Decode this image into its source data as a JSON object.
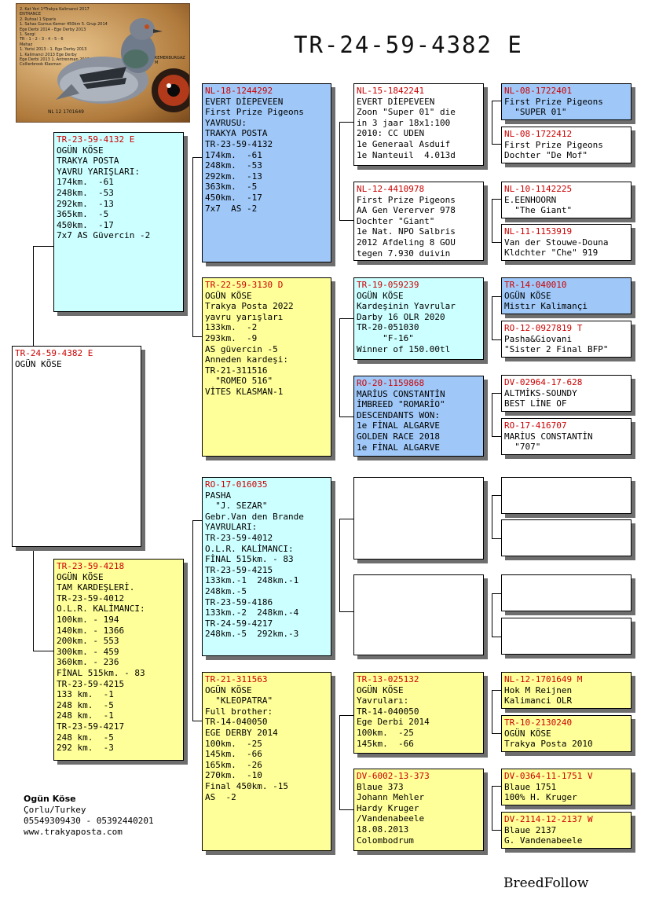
{
  "title": "TR-24-59-4382 E",
  "photo": {
    "lines": [
      "2. Kat Yeri 1*Trakya Kalimanci 2017",
      "ENTRANCE",
      "2. Ruhsal 1 Siparis",
      "1. Sahas Gumus Kemer 450km 5. Grup 2014",
      "Ege Derbi 2014 - Ege Derby 2013",
      "1. Sezgi",
      "TR - 1 - 2 - 3 - 4 - 5 - 6",
      "Mehaz",
      "1. Yarisi 2013 - 1. Ege Derby 2013",
      "1. Kalimanci 2013 Ege Derby",
      "Ege Derbi 2013 1. Antrenman 2013",
      "Collierbrook Klasman"
    ],
    "label": "NL 12 1701649",
    "label2": "KEMERBURGAZ M"
  },
  "subject": {
    "ring": "TR-24-59-4382 E",
    "lines": [
      "OGÜN KÖSE"
    ]
  },
  "sire": {
    "ring": "TR-23-59-4132 E",
    "lines": [
      "OGÜN KÖSE",
      "TRAKYA POSTA",
      "YAVRU YARIŞLARI:",
      "174km.  -61",
      "248km.  -53",
      "292km.  -13",
      "365km.  -5",
      "450km.  -17",
      "7x7 AS Güvercin -2"
    ]
  },
  "dam": {
    "ring": "TR-23-59-4218",
    "lines": [
      "OGÜN KÖSE",
      "TAM KARDEŞLERİ.",
      "TR-23-59-4012",
      "O.L.R. KALİMANCI:",
      "100km. - 194",
      "140km. - 1366",
      "200km. - 553",
      "300km. - 459",
      "360km. - 236",
      "FİNAL 515km. - 83",
      "TR-23-59-4215",
      "133 km.  -1",
      "248 km.  -5",
      "248 km.  -1",
      "TR-23-59-4217",
      "248 km.  -5",
      "292 km.  -3"
    ]
  },
  "ss": {
    "ring": "NL-18-1244292",
    "lines": [
      "EVERT DİEPEVEEN",
      "First Prize Pigeons",
      "YAVRUSU:",
      "TRAKYA POSTA",
      "TR-23-59-4132",
      "174km.  -61",
      "248km.  -53",
      "292km.  -13",
      "363km.  -5",
      "450km.  -17",
      "7x7  AS -2"
    ]
  },
  "sd": {
    "ring": "TR-22-59-3130 D",
    "lines": [
      "OGÜN KÖSE",
      "Trakya Posta 2022",
      "yavru yarışları",
      "133km.  -2",
      "293km.  -9",
      "AS güvercin -5",
      "Anneden kardeşi:",
      "TR-21-311516",
      "  \"ROMEO 516\"",
      "VİTES KLASMAN-1"
    ]
  },
  "ds": {
    "ring": "RO-17-016035",
    "lines": [
      "PASHA",
      "  \"J. SEZAR\"",
      "Gebr.Van den Brande",
      "YAVRULARI:",
      "TR-23-59-4012",
      "O.L.R. KALİMANCI:",
      "FİNAL 515km. - 83",
      "TR-23-59-4215",
      "133km.-1  248km.-1",
      "248km.-5",
      "TR-23-59-4186",
      "133km.-2  248km.-4",
      "TR-24-59-4217",
      "248km.-5  292km.-3"
    ]
  },
  "dd": {
    "ring": "TR-21-311563",
    "lines": [
      "OGÜN KÖSE",
      "  \"KLEOPATRA\"",
      "Full brother:",
      "TR-14-040050",
      "EGE DERBY 2014",
      "100km.  -25",
      "145km.  -66",
      "165km.  -26",
      "270km.  -10",
      "Final 450km. -15",
      "AS  -2"
    ]
  },
  "sss": {
    "ring": "NL-15-1842241",
    "lines": [
      "EVERT DİEPEVEEN",
      "Zoon \"Super 01\" die",
      "in 3 jaar 18x1:100",
      "2010: CC UDEN",
      "1e Generaal Asduif",
      "1e Nanteuil  4.013d"
    ]
  },
  "ssd": {
    "ring": "NL-12-4410978",
    "lines": [
      "First Prize Pigeons",
      "AA Gen Vererver 978",
      "Dochter \"Giant\"",
      "1e Nat. NPO Salbris",
      "2012 Afdeling 8 GOU",
      "tegen 7.930 duivin"
    ]
  },
  "sds": {
    "ring": "TR-19-059239",
    "lines": [
      "OGÜN KÖSE",
      "Kardeşinin Yavrular",
      "Darby 16 OLR 2020",
      "TR-20-051030",
      "     \"F-16\"",
      "Winner of 150.00tl"
    ]
  },
  "sdd": {
    "ring": "RO-20-1159868",
    "lines": [
      "MARİUS CONSTANTİN",
      "İMBREED \"ROMARİO\"",
      "DESCENDANTS WON:",
      "1e FİNAL ALGARVE",
      "GOLDEN RACE 2018",
      "1e FİNAL ALGARVE"
    ]
  },
  "dds": {
    "ring": "TR-13-025132",
    "lines": [
      "OGÜN KÖSE",
      "Yavruları:",
      "TR-14-040050",
      "Ege Derbi 2014",
      "100km.  -25",
      "145km.  -66"
    ]
  },
  "ddd": {
    "ring": "DV-6002-13-373",
    "lines": [
      "Blaue 373",
      "Johann Mehler",
      "Hardy Kruger",
      "/Vandenabeele",
      "18.08.2013",
      "Colombodrum"
    ]
  },
  "g1": {
    "ring": "NL-08-1722401",
    "lines": [
      "First Prize Pigeons",
      "  \"SUPER 01\""
    ]
  },
  "g2": {
    "ring": "NL-08-1722412",
    "lines": [
      "First Prize Pigeons",
      "Dochter \"De Mof\""
    ]
  },
  "g3": {
    "ring": "NL-10-1142225",
    "lines": [
      "E.EENHOORN",
      "  \"The Giant\""
    ]
  },
  "g4": {
    "ring": "NL-11-1153919",
    "lines": [
      "Van der Stouwe-Douna",
      "Kldchter \"Che\" 919"
    ]
  },
  "g5": {
    "ring": "TR-14-040010",
    "lines": [
      "OGÜN KÖSE",
      "Mistır Kalimançi"
    ]
  },
  "g6": {
    "ring": "RO-12-0927819 T",
    "lines": [
      "Pasha&Giovani",
      "\"Sister 2 Final BFP\""
    ]
  },
  "g7": {
    "ring": "DV-02964-17-628",
    "lines": [
      "ALTMİKS-SOUNDY",
      "BEST LİNE OF"
    ]
  },
  "g8": {
    "ring": "RO-17-416707",
    "lines": [
      "MARİUS CONSTANTİN",
      "  \"707\""
    ]
  },
  "g13": {
    "ring": "NL-12-1701649 M",
    "lines": [
      "Hok M Reijnen",
      "Kalimanci OLR"
    ]
  },
  "g14": {
    "ring": "TR-10-2130240",
    "lines": [
      "OGÜN KÖSE",
      "Trakya Posta 2010"
    ]
  },
  "g15": {
    "ring": "DV-0364-11-1751 V",
    "lines": [
      "Blaue 1751",
      "100% H. Kruger"
    ]
  },
  "g16": {
    "ring": "DV-2114-12-2137 W",
    "lines": [
      "Blaue 2137",
      "G. Vandenabeele"
    ]
  },
  "footer": {
    "name": "Ogün Köse",
    "location": "Çorlu/Turkey",
    "phones": "05549309430 - 05392440201",
    "website": "www.trakyaposta.com"
  },
  "brand": "BreedFollow",
  "colors": {
    "blue": "#9fc8f8",
    "cyan": "#ccffff",
    "yellow": "#ffff99",
    "ring": "#cc0000",
    "shadow": "#6e6e6e"
  }
}
